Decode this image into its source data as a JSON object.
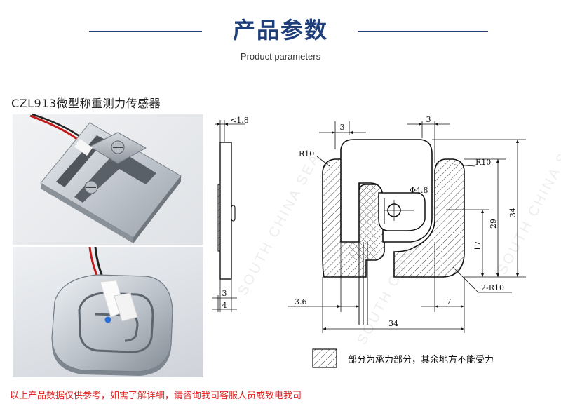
{
  "header": {
    "title": "产品参数",
    "subtitle": "Product parameters"
  },
  "product": {
    "model_title": "CZL913微型称重测力传感器"
  },
  "drawing": {
    "labels": {
      "side_thickness": "<1.8",
      "side_width_top": "3",
      "side_width_bottom": "4",
      "top_left_gap": "3",
      "top_right_gap": "3",
      "radius_left": "R10",
      "radius_right": "R10",
      "hole_dia": "Φ4.8",
      "height_34": "34",
      "height_29": "29",
      "height_17": "17",
      "corner_radius": "2-R10",
      "left_offset": "3.6",
      "right_offset": "7",
      "width_34": "34"
    },
    "legend": "部分为承力部分，其余地方不能受力",
    "watermark": "SOUTH CHINA SEA"
  },
  "footer": {
    "note": "以上产品数据仅供参考，如需了解详细，请咨询我司客服人员或致电我司"
  },
  "colors": {
    "title_blue": "#1e3f7a",
    "note_red": "#e02424"
  }
}
